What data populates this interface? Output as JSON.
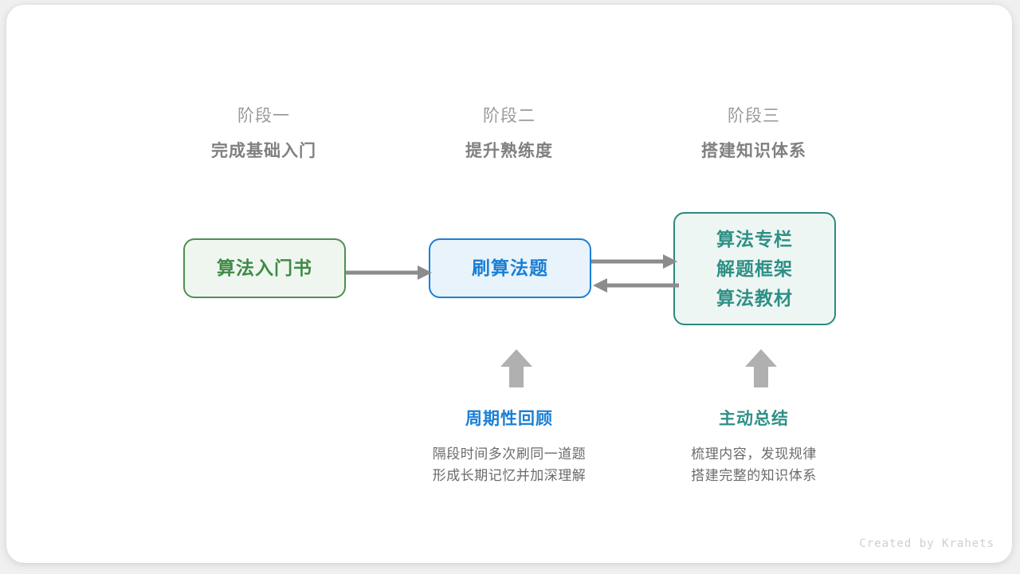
{
  "canvas": {
    "background": "#f0f0f0",
    "card_background": "#ffffff"
  },
  "colors": {
    "green": "#3f8a47",
    "green_border": "#4f8f52",
    "green_fill": "#eff6ef",
    "blue": "#1a7fd4",
    "blue_border": "#1a80d4",
    "blue_fill": "#e8f3fc",
    "teal": "#2e9085",
    "teal_border": "#2d8a7e",
    "teal_fill": "#eef6f4",
    "arrow_gray": "#8c8c8c",
    "header_gray": "#808080",
    "subheader_gray": "#9a9a9a",
    "body_gray": "#6b6b6b",
    "footer_gray": "#cfcfcf"
  },
  "phases": [
    {
      "index": "阶段一",
      "title": "完成基础入门"
    },
    {
      "index": "阶段二",
      "title": "提升熟练度"
    },
    {
      "index": "阶段三",
      "title": "搭建知识体系"
    }
  ],
  "nodes": {
    "book": {
      "label": "算法入门书"
    },
    "practice": {
      "label": "刷算法题"
    },
    "resources": {
      "line1": "算法专栏",
      "line2": "解题框架",
      "line3": "算法教材"
    }
  },
  "connectors": [
    {
      "name": "book-to-practice",
      "direction": "right",
      "icon": "arrow-right-icon"
    },
    {
      "name": "practice-to-resources",
      "direction": "right",
      "icon": "arrow-right-icon"
    },
    {
      "name": "resources-to-practice",
      "direction": "left",
      "icon": "arrow-left-icon"
    }
  ],
  "annotations": [
    {
      "title": "周期性回顾",
      "desc_line1": "隔段时间多次刷同一道题",
      "desc_line2": "形成长期记忆并加深理解",
      "arrow_icon": "arrow-up-icon"
    },
    {
      "title": "主动总结",
      "desc_line1": "梳理内容，发现规律",
      "desc_line2": "搭建完整的知识体系",
      "arrow_icon": "arrow-up-icon"
    }
  ],
  "footer": {
    "credit": "Created by Krahets"
  }
}
